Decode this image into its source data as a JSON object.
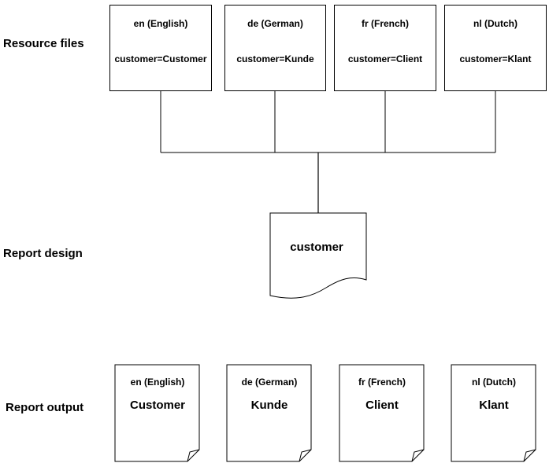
{
  "labels": {
    "resource_files": "Resource files",
    "report_design": "Report design",
    "report_output": "Report output"
  },
  "resource_files": [
    {
      "lang": "en (English)",
      "entry": "customer=Customer"
    },
    {
      "lang": "de (German)",
      "entry": "customer=Kunde"
    },
    {
      "lang": "fr (French)",
      "entry": "customer=Client"
    },
    {
      "lang": "nl (Dutch)",
      "entry": "customer=Klant"
    }
  ],
  "report_design": {
    "field": "customer"
  },
  "report_outputs": [
    {
      "lang": "en (English)",
      "value": "Customer"
    },
    {
      "lang": "de (German)",
      "value": "Kunde"
    },
    {
      "lang": "fr (French)",
      "value": "Client"
    },
    {
      "lang": "nl (Dutch)",
      "value": "Klant"
    }
  ]
}
